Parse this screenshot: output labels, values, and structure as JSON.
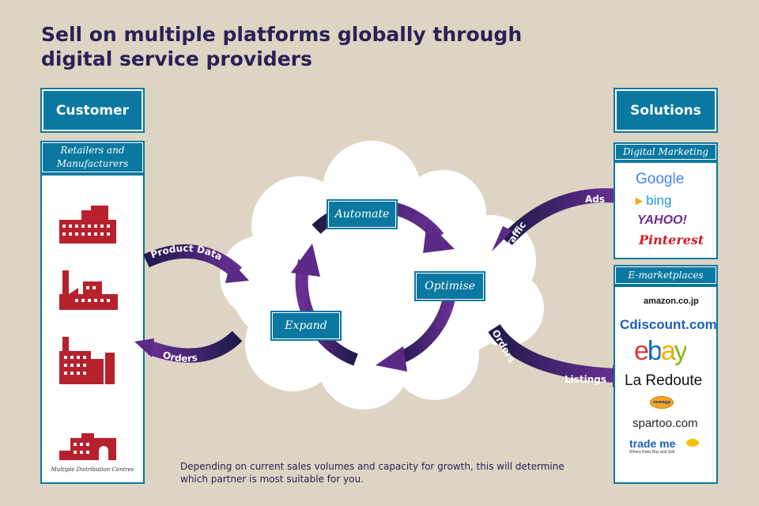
{
  "title_line1": "Sell on multiple platforms globally through",
  "title_line2": "digital service providers",
  "customer": {
    "header": "Customer",
    "sub_line1": "Retailers and",
    "sub_line2": "Manufacturers",
    "footer": "Multiple Distribution Centres"
  },
  "solutions": {
    "header": "Solutions",
    "digital_marketing": "Digital Marketing",
    "dm_logos": [
      "Google",
      "bing",
      "YAHOO!",
      "Pinterest"
    ],
    "emarketplaces": "E-marketplaces",
    "em_logos": [
      "amazon.co.jp",
      "Cdiscount.com",
      "ebay",
      "La Redoute",
      "newegg",
      "spartoo.com",
      "trade me",
      "Where Kiwis Buy and Sell"
    ]
  },
  "cycle": {
    "automate": "Automate",
    "optimise": "Optimise",
    "expand": "Expand"
  },
  "arrows": {
    "product_data": "Product Data",
    "orders_left": "Orders",
    "ads": "Ads",
    "traffic": "Traffic",
    "orders_right": "Orders",
    "listings": "Listings"
  },
  "note": "Depending on current sales volumes and capacity for growth, this will determine which partner is most suitable for you.",
  "colors": {
    "background": "#ddd4c4",
    "blue": "#0a78a0",
    "navy": "#2a2054",
    "purple": "#5b2a86",
    "factory_red": "#b7212e"
  }
}
